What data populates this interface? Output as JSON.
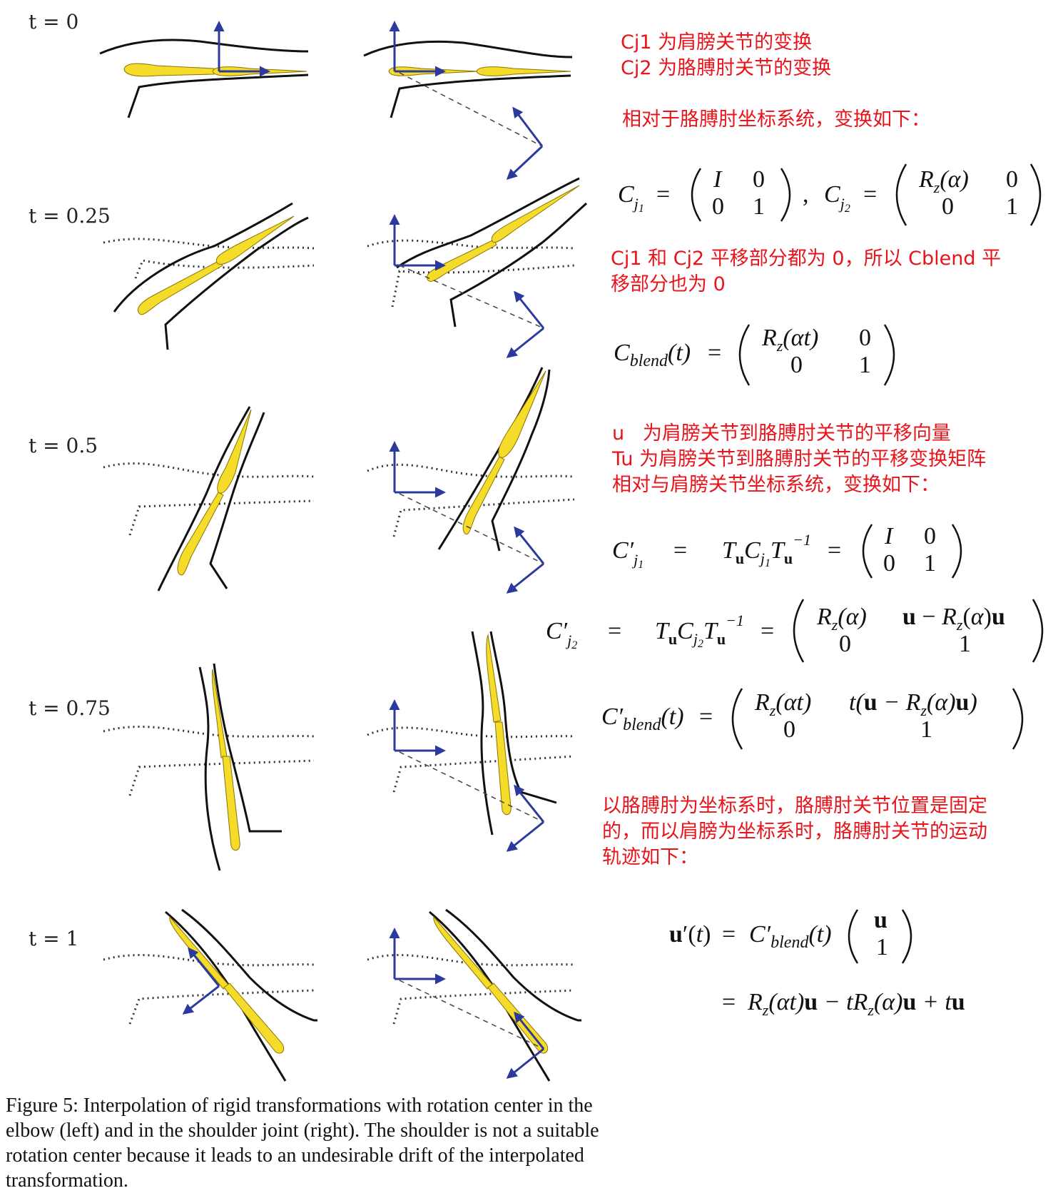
{
  "figure": {
    "time_labels": [
      "t = 0",
      "t = 0.25",
      "t = 0.5",
      "t = 0.75",
      "t = 1"
    ],
    "caption": "Figure 5: Interpolation of rigid transformations with rotation center in the elbow (left) and in the shoulder joint (right). The shoulder is not a suitable rotation center because it leads to an undesirable drift of the interpolated transformation."
  },
  "notes": {
    "cj_def": "Cj1 为肩膀关节的变换\nCj2 为胳膊肘关节的变换",
    "relative_elbow": "相对于胳膊肘坐标系统，变换如下：",
    "translation_zero": "Cj1 和 Cj2 平移部分都为 0，所以 Cblend 平\n移部分也为 0",
    "u_def": "u   为肩膀关节到胳膊肘关节的平移向量\nTu 为肩膀关节到胳膊肘关节的平移变换矩阵\n相对与肩膀关节坐标系统，变换如下：",
    "trajectory": "以胳膊肘为坐标系时，胳膊肘关节位置是固定\n的，而以肩膀为坐标系时，胳膊肘关节的运动\n轨迹如下："
  },
  "colors": {
    "note_red": "#e8141b",
    "bone_yellow": "#f5dc2a",
    "axis_blue": "#2b3a9c"
  }
}
